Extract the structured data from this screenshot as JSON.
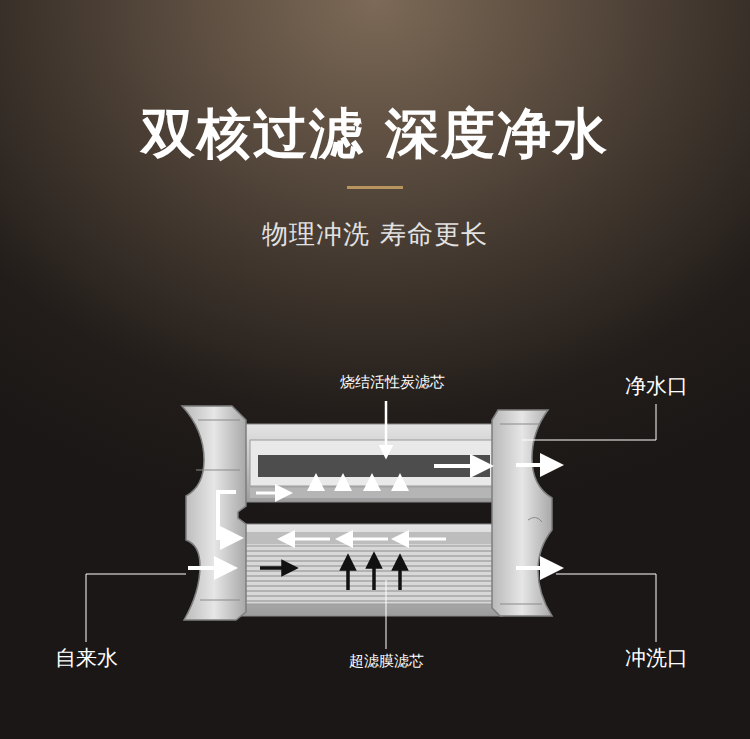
{
  "diagram": {
    "title": "双核过滤 深度净水",
    "labels": [
      "物理冲洗 寿命更长",
      "烧结活性炭滤芯",
      "净水口",
      "自来水",
      "超滤膜滤芯",
      "冲洗口"
    ]
  }
}
